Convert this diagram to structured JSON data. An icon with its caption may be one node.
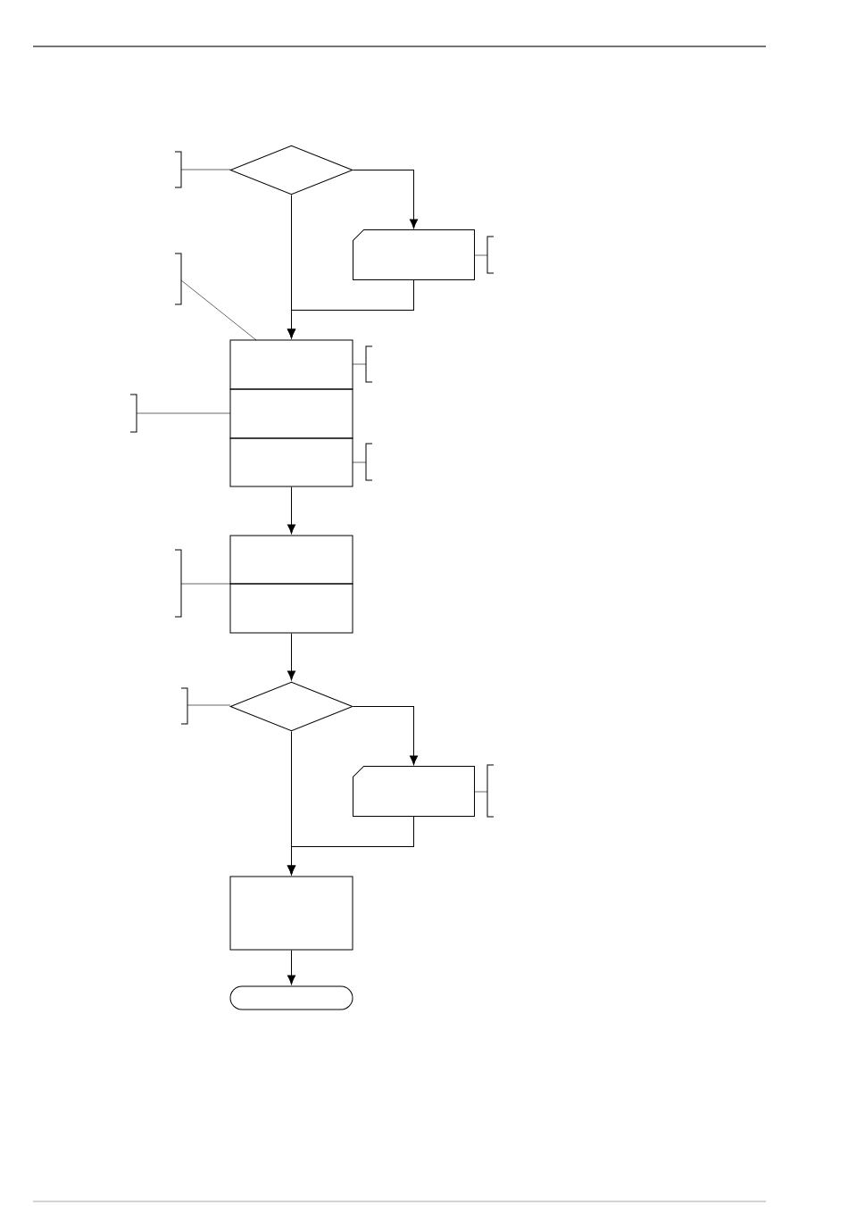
{
  "diagram": {
    "nodes": [
      {
        "text": [],
        "shape": "diamond"
      },
      {
        "text": [],
        "shape": "card"
      },
      {
        "text": [],
        "shape": "box"
      },
      {
        "text": [],
        "shape": "box"
      },
      {
        "text": [],
        "shape": "box"
      },
      {
        "text": [],
        "shape": "box"
      },
      {
        "text": [],
        "shape": "box"
      },
      {
        "text": [],
        "shape": "diamond"
      },
      {
        "text": [],
        "shape": "card"
      },
      {
        "text": [],
        "shape": "box"
      },
      {
        "text": [],
        "shape": "pill"
      }
    ],
    "edges": [
      {
        "from": 0,
        "to": 2,
        "arrow": "to"
      },
      {
        "from": 0,
        "to": 1,
        "arrow": "to"
      },
      {
        "from": 1,
        "to": 2,
        "arrow": "to"
      },
      {
        "from": 4,
        "to": 5,
        "arrow": "to"
      },
      {
        "from": 6,
        "to": 7,
        "arrow": "to"
      },
      {
        "from": 7,
        "to": 9,
        "arrow": "to"
      },
      {
        "from": 7,
        "to": 8,
        "arrow": "to"
      },
      {
        "from": 8,
        "to": 9,
        "arrow": "to"
      },
      {
        "from": 9,
        "to": 10,
        "arrow": "to"
      }
    ]
  }
}
